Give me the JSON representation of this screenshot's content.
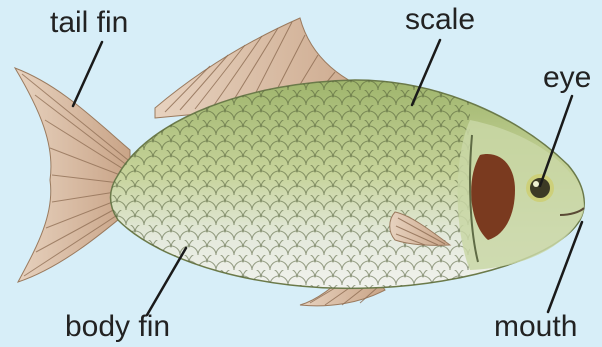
{
  "labels": {
    "tail_fin": "tail fin",
    "scale": "scale",
    "eye": "eye",
    "body_fin": "body fin",
    "mouth": "mouth"
  },
  "colors": {
    "background": "#d7eef8",
    "fin": "#d8b69a",
    "body_upper": "#a9bd78",
    "body_lower": "#e8ece2",
    "gill": "#7a3a1f",
    "leader_line": "#1a1a1a"
  }
}
